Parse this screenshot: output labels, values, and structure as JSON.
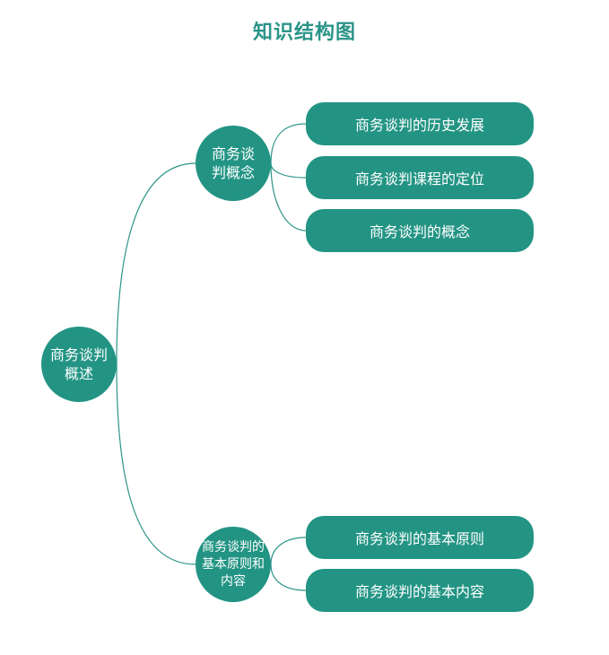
{
  "title": "知识结构图",
  "colors": {
    "node_fill": "#239484",
    "node_text": "#ffffff",
    "line": "#2b9488",
    "title": "#2b9488"
  },
  "root": {
    "label": "商务谈判概述"
  },
  "branches": [
    {
      "label": "商务谈判概念",
      "leaves": [
        "商务谈判的历史发展",
        "商务谈判课程的定位",
        "商务谈判的概念"
      ]
    },
    {
      "label": "商务谈判的基本原则和内容",
      "leaves": [
        "商务谈判的基本原则",
        "商务谈判的基本内容"
      ]
    }
  ]
}
